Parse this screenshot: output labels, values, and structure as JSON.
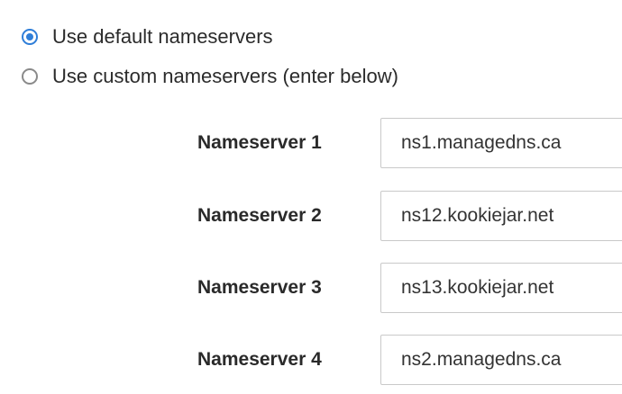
{
  "nameserver_options": {
    "selected": "default",
    "default_label": "Use default nameservers",
    "custom_label": "Use custom nameservers (enter below)"
  },
  "nameservers": [
    {
      "label": "Nameserver 1",
      "value": "ns1.managedns.ca"
    },
    {
      "label": "Nameserver 2",
      "value": "ns12.kookiejar.net"
    },
    {
      "label": "Nameserver 3",
      "value": "ns13.kookiejar.net"
    },
    {
      "label": "Nameserver 4",
      "value": "ns2.managedns.ca"
    }
  ],
  "colors": {
    "accent": "#2f7ed8",
    "radio_border": "#8a8a8a",
    "input_border": "#c9c9c9"
  }
}
